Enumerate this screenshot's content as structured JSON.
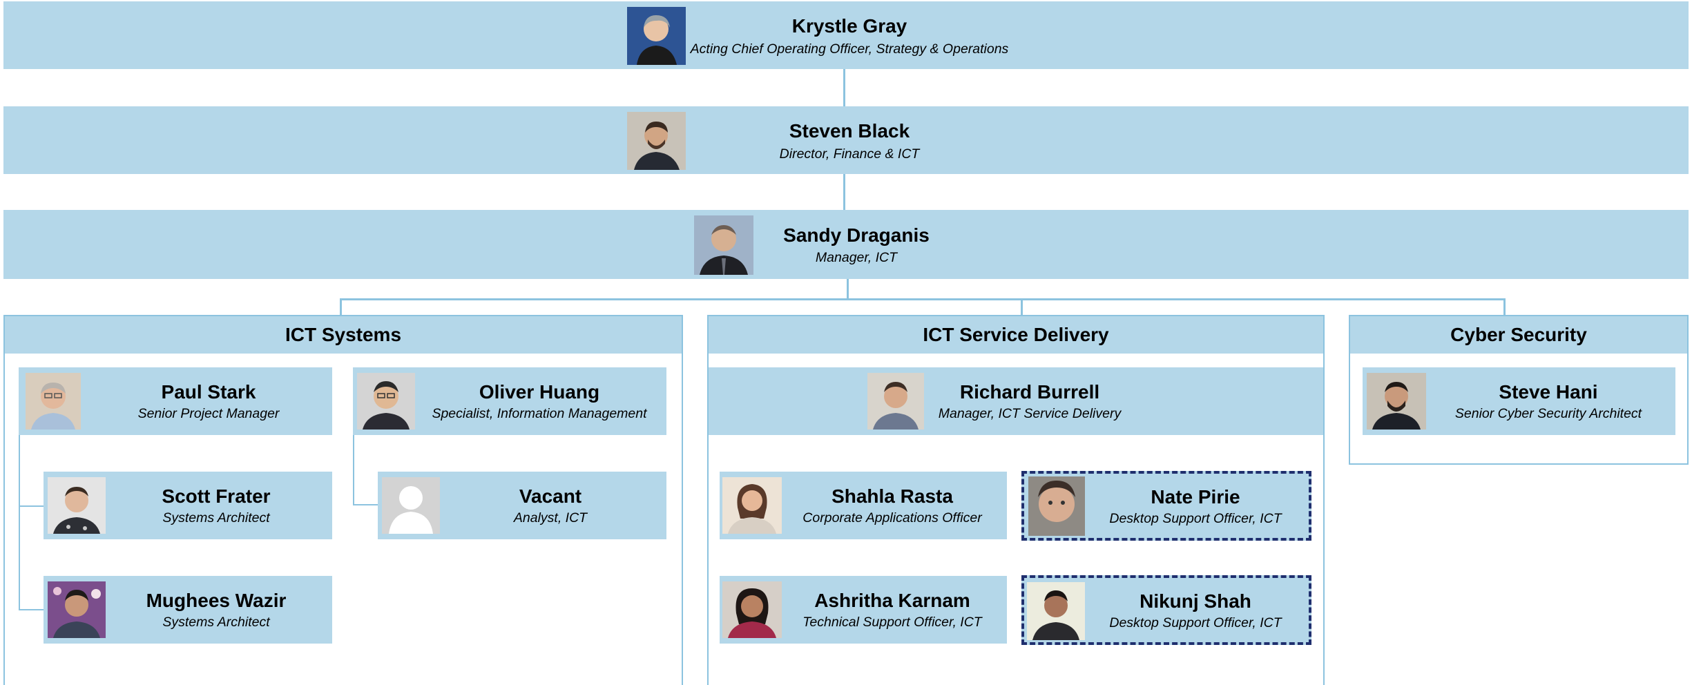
{
  "top_nodes": [
    {
      "name": "Krystle Gray",
      "title": "Acting Chief Operating Officer, Strategy & Operations"
    },
    {
      "name": "Steven Black",
      "title": "Director, Finance & ICT"
    },
    {
      "name": "Sandy Draganis",
      "title": "Manager, ICT"
    }
  ],
  "groups": [
    {
      "title": "ICT Systems"
    },
    {
      "title": "ICT Service Delivery"
    },
    {
      "title": "Cyber Security"
    }
  ],
  "people": {
    "paul": {
      "name": "Paul Stark",
      "title": "Senior Project Manager"
    },
    "oliver": {
      "name": "Oliver Huang",
      "title": "Specialist, Information Management"
    },
    "scott": {
      "name": "Scott Frater",
      "title": "Systems Architect"
    },
    "vacant": {
      "name": "Vacant",
      "title": "Analyst, ICT"
    },
    "mughees": {
      "name": "Mughees Wazir",
      "title": "Systems Architect"
    },
    "richard": {
      "name": "Richard Burrell",
      "title": "Manager, ICT Service Delivery"
    },
    "shahla": {
      "name": "Shahla Rasta",
      "title": "Corporate Applications Officer"
    },
    "nate": {
      "name": "Nate Pirie",
      "title": "Desktop Support Officer, ICT"
    },
    "ashritha": {
      "name": "Ashritha Karnam",
      "title": "Technical Support Officer, ICT"
    },
    "nikunj": {
      "name": "Nikunj Shah",
      "title": "Desktop Support Officer, ICT"
    },
    "steve": {
      "name": "Steve Hani",
      "title": "Senior Cyber Security Architect"
    }
  },
  "colors": {
    "node_fill": "#b4d7e9",
    "connector": "#8cc3df",
    "dashed_border": "#1f2f6e"
  }
}
